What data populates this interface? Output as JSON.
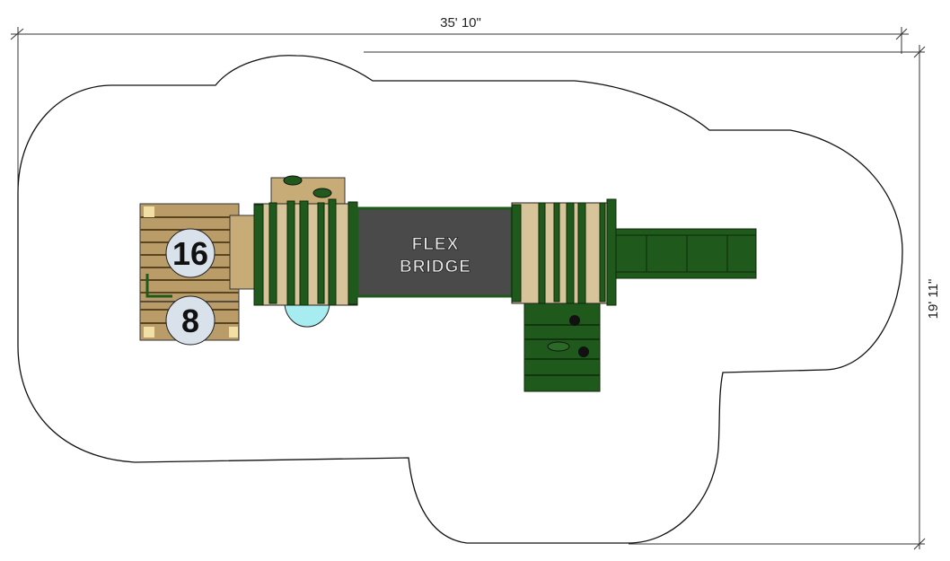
{
  "dimensions": {
    "width_label": "35' 10\"",
    "height_label": "19' 11\""
  },
  "components": {
    "bridge_line1": "FLEX",
    "bridge_line2": "BRIDGE",
    "deck_upper_height": "16",
    "deck_lower_height": "8"
  },
  "colors": {
    "green": "#1f5a1c",
    "tan": "#d8c49a",
    "wood": "#b99c68",
    "bridge": "#4a4a4a",
    "bubble": "#a6ecf0",
    "badge": "#d9e1ea"
  }
}
